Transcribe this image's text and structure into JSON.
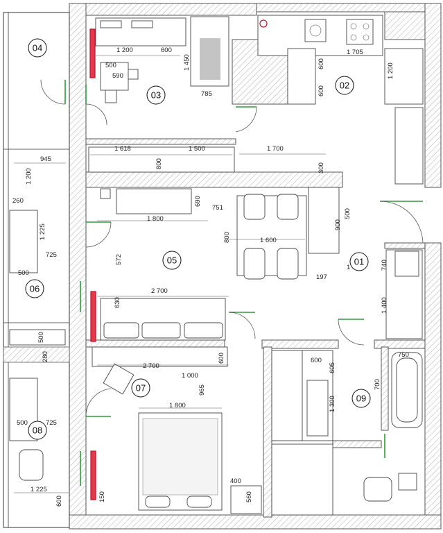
{
  "rooms": [
    {
      "id": "r01",
      "label": "01"
    },
    {
      "id": "r02",
      "label": "02"
    },
    {
      "id": "r03",
      "label": "03"
    },
    {
      "id": "r04",
      "label": "04"
    },
    {
      "id": "r05",
      "label": "05"
    },
    {
      "id": "r06",
      "label": "06"
    },
    {
      "id": "r07",
      "label": "07"
    },
    {
      "id": "r08",
      "label": "08"
    },
    {
      "id": "r09",
      "label": "09"
    }
  ],
  "dimensions": {
    "d1200a": "1 200",
    "d600a": "600",
    "d1450": "1 450",
    "d500a": "500",
    "d590a": "590",
    "d785": "785",
    "d1705": "1 705",
    "d600b": "600",
    "d600c": "600",
    "d1200b": "1 200",
    "d945": "945",
    "d1618": "1 618",
    "d1500": "1 500",
    "d1700": "1 700",
    "d800a": "800",
    "d300": "300",
    "d1200c": "1 200",
    "d260": "260",
    "d1225a": "1 225",
    "d725a": "725",
    "d500b": "500",
    "d690": "690",
    "d751": "751",
    "d1800a": "1 800",
    "d800b": "800",
    "d1600": "1 600",
    "d900": "900",
    "d500c": "500",
    "d572": "572",
    "d2700a": "2 700",
    "d630": "630",
    "d197": "197",
    "d1605": "1 605",
    "d740": "740",
    "d1400": "1 400",
    "d500d": "500",
    "d280": "280",
    "d2700b": "2 700",
    "d600d": "600",
    "d1000": "1 000",
    "d965": "965",
    "d600e": "600",
    "d605": "605",
    "d750": "750",
    "d700": "700",
    "d1300": "1 300",
    "d500e": "500",
    "d725b": "725",
    "d1800b": "1 800",
    "d400": "400",
    "d1225b": "1 225",
    "d600f": "600",
    "d150": "150",
    "d560": "560"
  }
}
